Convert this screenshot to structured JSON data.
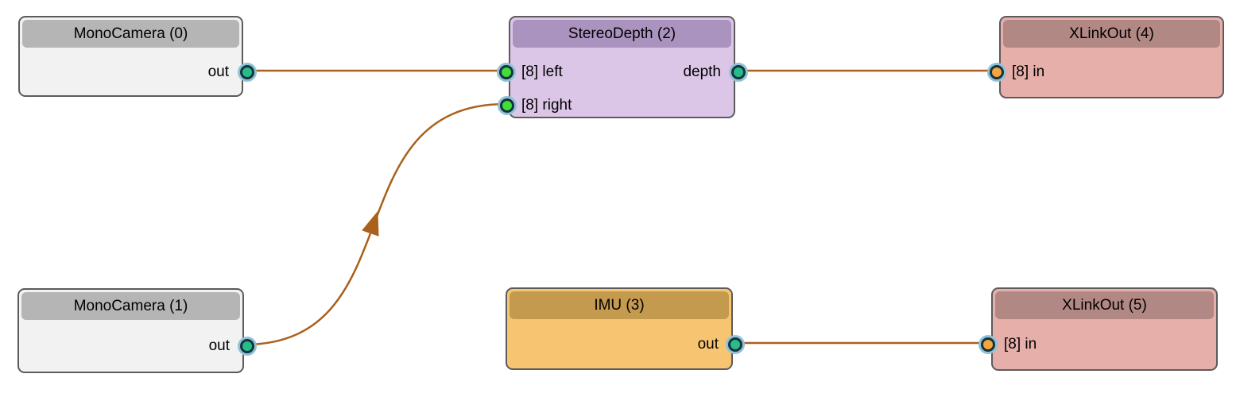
{
  "graph": {
    "background": "#ffffff",
    "edge_color": "#a9611c",
    "port_colors": {
      "outer_ring": "#8fc2d8",
      "inner_ring": "#17333c",
      "input_green": "#41dd38",
      "output_green": "#27bd8b",
      "xlink_in_orange": "#f6a43d"
    }
  },
  "nodes": [
    {
      "title": "MonoCamera (0)",
      "type": "MonoCamera",
      "header_color": "#b5b5b5",
      "body_color": "#f2f2f2",
      "ports": [
        {
          "label": "out",
          "direction": "output",
          "color": "#27bd8b"
        }
      ]
    },
    {
      "title": "MonoCamera (1)",
      "type": "MonoCamera",
      "header_color": "#b5b5b5",
      "body_color": "#f2f2f2",
      "ports": [
        {
          "label": "out",
          "direction": "output",
          "color": "#27bd8b"
        }
      ]
    },
    {
      "title": "StereoDepth (2)",
      "type": "StereoDepth",
      "header_color": "#ab93bf",
      "body_color": "#dcc6e8",
      "ports": [
        {
          "label": "[8] left",
          "direction": "input",
          "color": "#41dd38"
        },
        {
          "label": "[8] right",
          "direction": "input",
          "color": "#41dd38"
        },
        {
          "label": "depth",
          "direction": "output",
          "color": "#27bd8b"
        }
      ]
    },
    {
      "title": "IMU (3)",
      "type": "IMU",
      "header_color": "#c49a4e",
      "body_color": "#f7c472",
      "ports": [
        {
          "label": "out",
          "direction": "output",
          "color": "#27bd8b"
        }
      ]
    },
    {
      "title": "XLinkOut (4)",
      "type": "XLinkOut",
      "header_color": "#b28884",
      "body_color": "#e7afa9",
      "ports": [
        {
          "label": "[8] in",
          "direction": "input",
          "color": "#f6a43d"
        }
      ]
    },
    {
      "title": "XLinkOut (5)",
      "type": "XLinkOut",
      "header_color": "#b28884",
      "body_color": "#e7afa9",
      "ports": [
        {
          "label": "[8] in",
          "direction": "input",
          "color": "#f6a43d"
        }
      ]
    }
  ],
  "edges": [
    {
      "from_node": "MonoCamera (0)",
      "from_port": "out",
      "to_node": "StereoDepth (2)",
      "to_port": "[8] left",
      "has_arrow": false
    },
    {
      "from_node": "MonoCamera (1)",
      "from_port": "out",
      "to_node": "StereoDepth (2)",
      "to_port": "[8] right",
      "has_arrow": true
    },
    {
      "from_node": "StereoDepth (2)",
      "from_port": "depth",
      "to_node": "XLinkOut (4)",
      "to_port": "[8] in",
      "has_arrow": false
    },
    {
      "from_node": "IMU (3)",
      "from_port": "out",
      "to_node": "XLinkOut (5)",
      "to_port": "[8] in",
      "has_arrow": false
    }
  ]
}
